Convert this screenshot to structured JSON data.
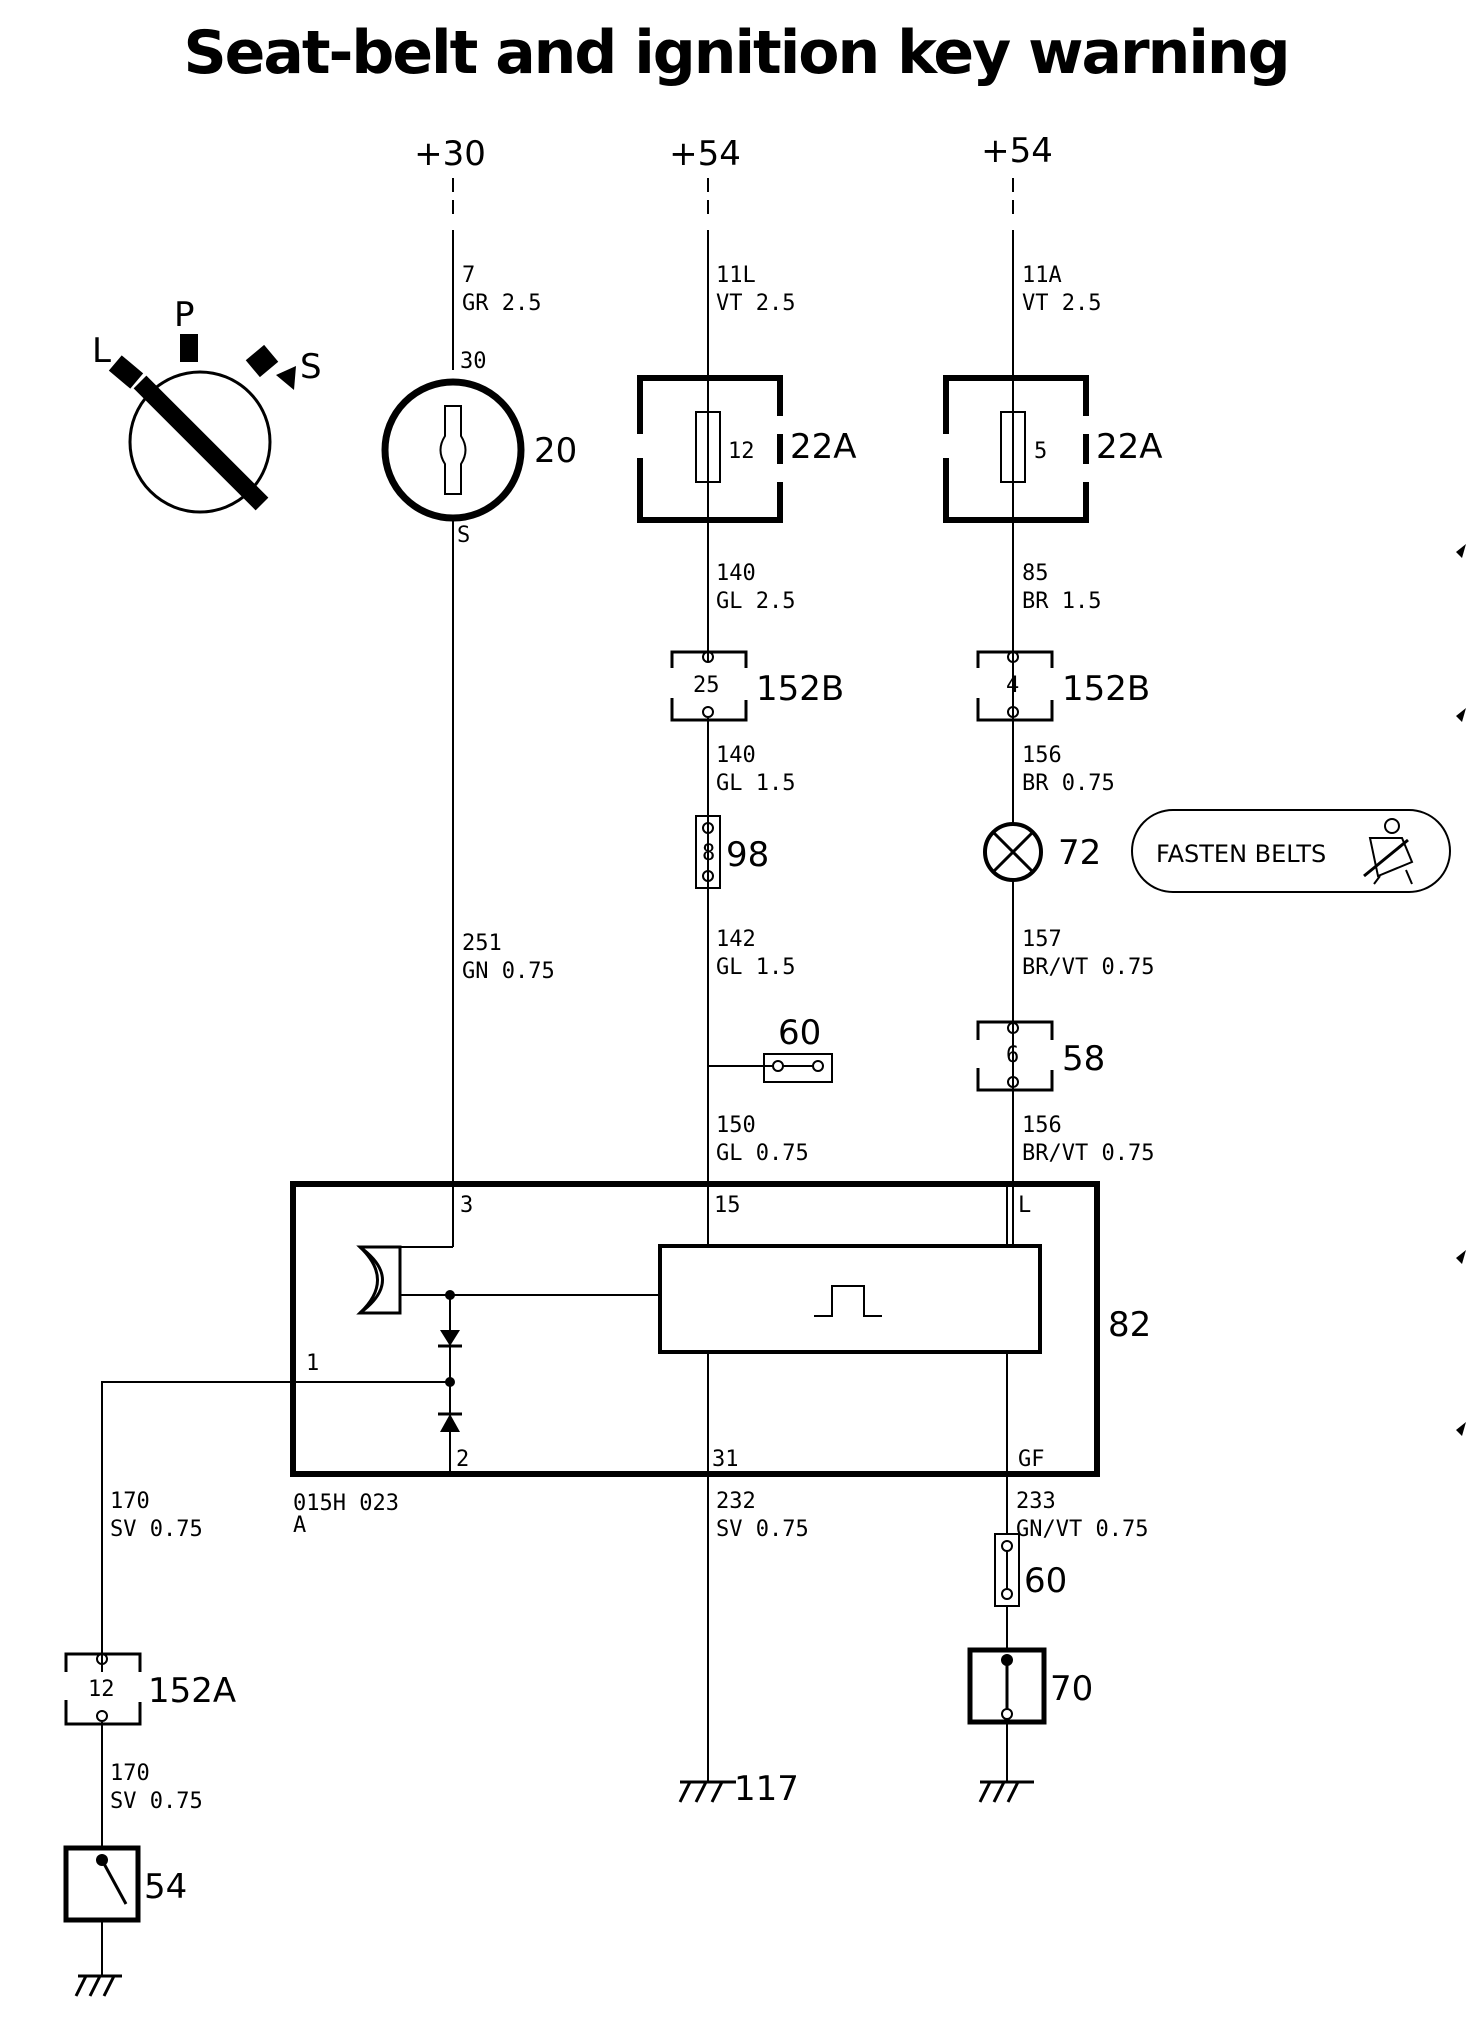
{
  "title": "Seat-belt and ignition key warning",
  "supplies": [
    "+30",
    "+54",
    "+54"
  ],
  "ignition_positions": {
    "l": "L",
    "p": "P",
    "s": "S"
  },
  "switch20": {
    "id": "20",
    "top_terminal": "30",
    "bottom_terminal": "S"
  },
  "fuses": [
    {
      "id": "22A",
      "number": "12"
    },
    {
      "id": "22A",
      "number": "5"
    }
  ],
  "connectors": {
    "c152b_left": {
      "id": "152B",
      "pin": "25"
    },
    "c152b_right": {
      "id": "152B",
      "pin": "4"
    },
    "c98": {
      "id": "98",
      "pin": "8"
    },
    "c60_top": {
      "id": "60"
    },
    "c58": {
      "id": "58",
      "pin": "6"
    },
    "c60_bottom": {
      "id": "60"
    },
    "c152a": {
      "id": "152A",
      "pin": "12"
    }
  },
  "lamp": {
    "id": "72"
  },
  "fasten_belts": "FASTEN BELTS",
  "module": {
    "id": "82",
    "pins": {
      "p3": "3",
      "p15": "15",
      "pL": "L",
      "p1": "1",
      "p2": "2",
      "p31": "31",
      "pGF": "GF"
    },
    "code": "015H 023",
    "code_sub": "A"
  },
  "wires": {
    "w7": {
      "num": "7",
      "spec": "GR 2.5"
    },
    "w11L": {
      "num": "11L",
      "spec": "VT 2.5"
    },
    "w11A": {
      "num": "11A",
      "spec": "VT 2.5"
    },
    "w140a": {
      "num": "140",
      "spec": "GL 2.5"
    },
    "w85": {
      "num": "85",
      "spec": "BR 1.5"
    },
    "w140b": {
      "num": "140",
      "spec": "GL 1.5"
    },
    "w156a": {
      "num": "156",
      "spec": "BR 0.75"
    },
    "w251": {
      "num": "251",
      "spec": "GN 0.75"
    },
    "w142": {
      "num": "142",
      "spec": "GL 1.5"
    },
    "w157": {
      "num": "157",
      "spec": "BR/VT 0.75"
    },
    "w150": {
      "num": "150",
      "spec": "GL 0.75"
    },
    "w156b": {
      "num": "156",
      "spec": "BR/VT 0.75"
    },
    "w170a": {
      "num": "170",
      "spec": "SV 0.75"
    },
    "w232": {
      "num": "232",
      "spec": "SV 0.75"
    },
    "w233": {
      "num": "233",
      "spec": "GN/VT 0.75"
    },
    "w170b": {
      "num": "170",
      "spec": "SV 0.75"
    }
  },
  "switch70": {
    "id": "70"
  },
  "switch54": {
    "id": "54"
  },
  "ground117": {
    "id": "117"
  }
}
